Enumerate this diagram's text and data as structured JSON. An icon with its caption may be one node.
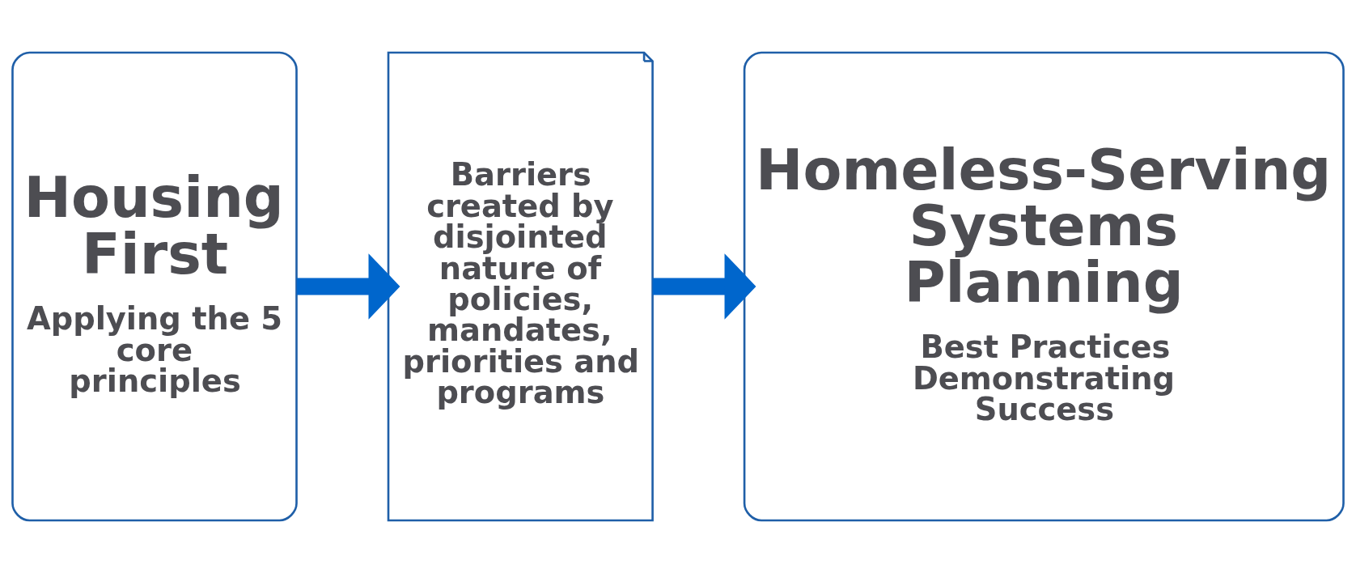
{
  "diagram": {
    "nodes": [
      {
        "text": [
          "Housing First",
          "Applying the 5 core principles"
        ]
      },
      {
        "text": [
          "Barriers created by disjointed nature of policies, mandates, priorities and programs"
        ]
      },
      {
        "text": [
          "Homeless-Serving Systems Planning",
          "Best Practices Demonstrating Success"
        ]
      }
    ],
    "edges": [
      {
        "from": 0,
        "to": 1,
        "arrow": "to"
      },
      {
        "from": 1,
        "to": 2,
        "arrow": "to"
      }
    ]
  }
}
